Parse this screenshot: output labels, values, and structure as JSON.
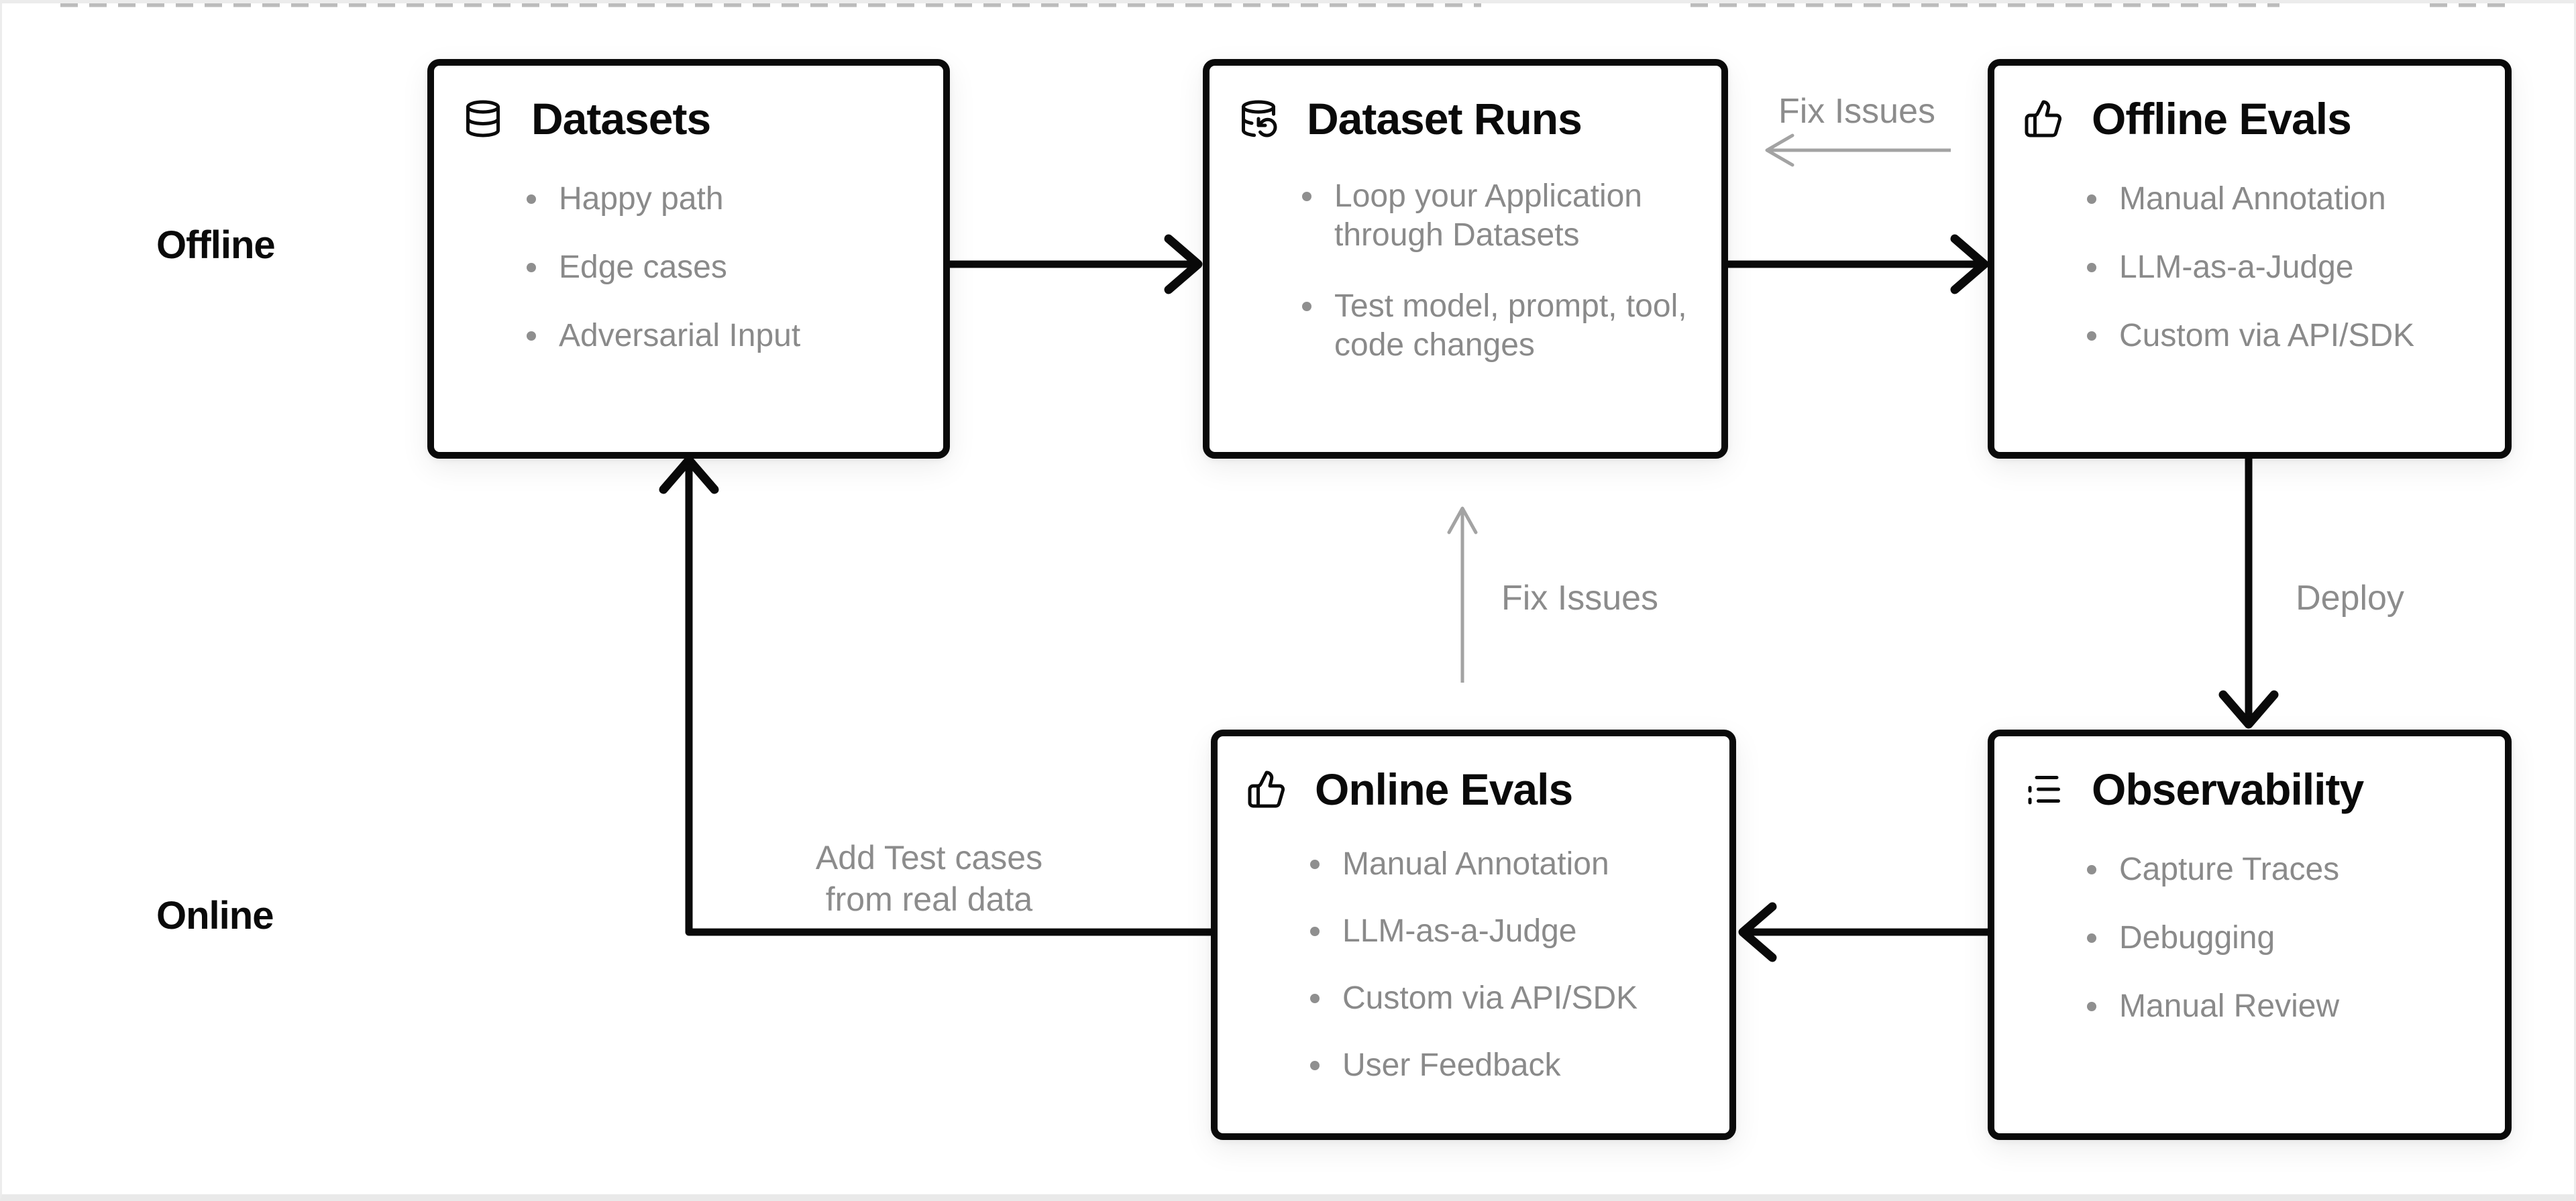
{
  "lanes": [
    {
      "id": "offline",
      "label": "Offline"
    },
    {
      "id": "online",
      "label": "Online"
    }
  ],
  "boxes": [
    {
      "id": "datasets",
      "icon": "database-icon",
      "title": "Datasets",
      "bullets": [
        "Happy path",
        "Edge cases",
        "Adversarial Input"
      ]
    },
    {
      "id": "dataset-runs",
      "icon": "database-backup-icon",
      "title": "Dataset Runs",
      "bullets": [
        "Loop your Application through Datasets",
        "Test model, prompt, tool, code changes"
      ]
    },
    {
      "id": "offline-evals",
      "icon": "thumbs-up-icon",
      "title": "Offline Evals",
      "bullets": [
        "Manual Annotation",
        "LLM-as-a-Judge",
        "Custom via API/SDK"
      ]
    },
    {
      "id": "online-evals",
      "icon": "thumbs-up-icon",
      "title": "Online Evals",
      "bullets": [
        "Manual Annotation",
        "LLM-as-a-Judge",
        "Custom via API/SDK",
        "User Feedback"
      ]
    },
    {
      "id": "observability",
      "icon": "list-icon",
      "title": "Observability",
      "bullets": [
        "Capture Traces",
        "Debugging",
        "Manual Review"
      ]
    }
  ],
  "edge_labels": {
    "fix_issues_top": "Fix Issues",
    "fix_issues_mid": "Fix Issues",
    "deploy": "Deploy",
    "add_test_cases_line1": "Add Test cases",
    "add_test_cases_line2": "from real data"
  },
  "colors": {
    "box_border": "#0a0a0a",
    "title_text": "#0a0a0a",
    "bullet_text": "#8a8a8a",
    "muted_label": "#8c8c8c",
    "black_arrow": "#0a0a0a",
    "gray_arrow": "#a3a3a3",
    "dashed_line": "#bcbcbc",
    "page_bg": "#ffffff",
    "frame": "#ececec"
  }
}
